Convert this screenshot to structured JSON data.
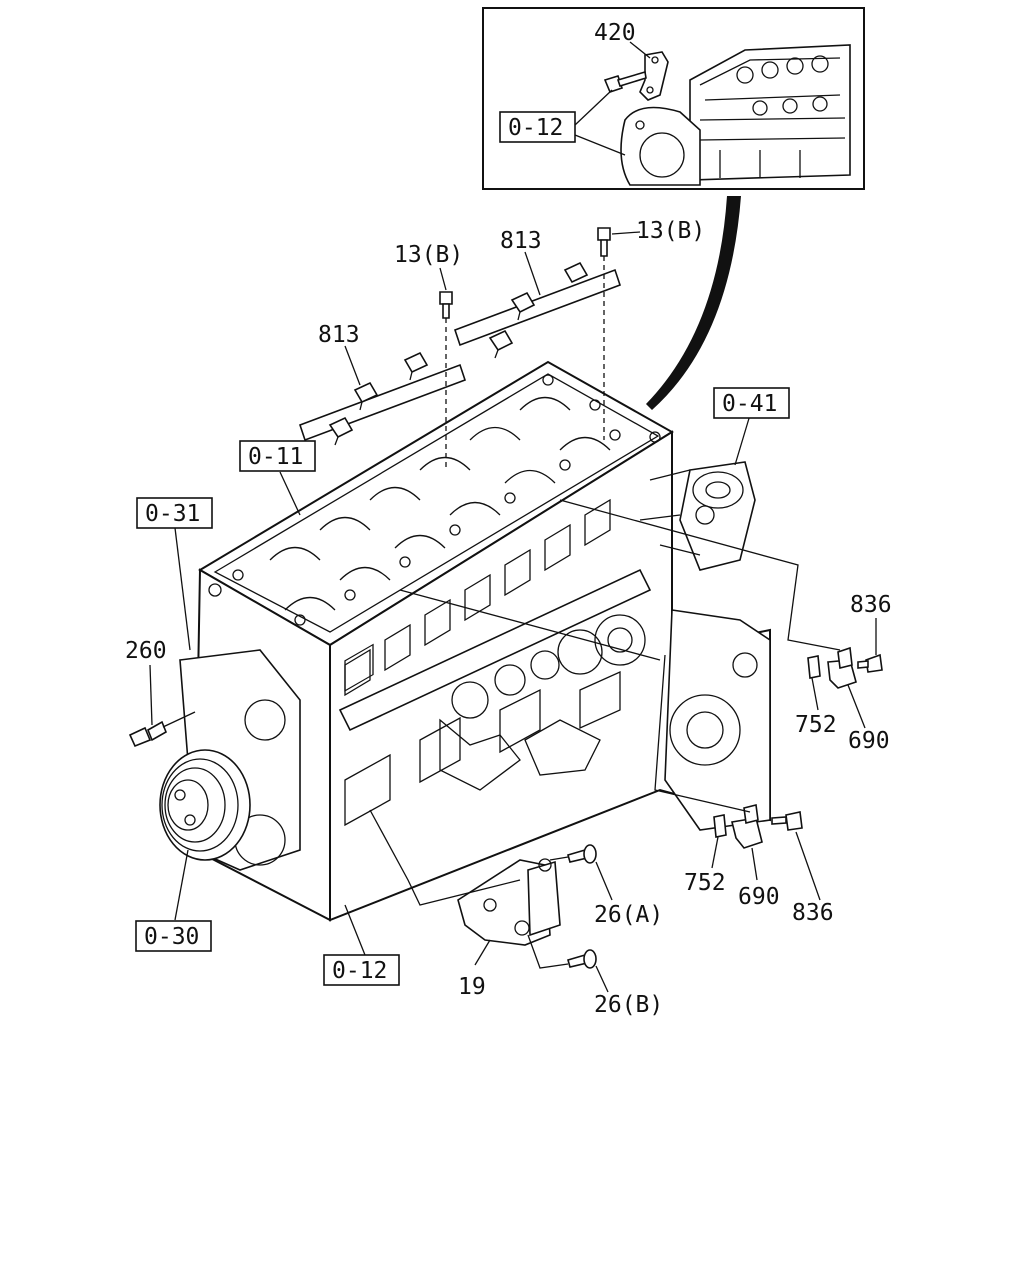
{
  "inset": {
    "part_labels": [
      "420"
    ],
    "ref_labels": [
      "0-12"
    ]
  },
  "part_labels": {
    "p13b_left": "13(B)",
    "p13b_right": "13(B)",
    "p813_left": "813",
    "p813_right": "813",
    "p260": "260",
    "p836_upper": "836",
    "p752_upper": "752",
    "p690_upper": "690",
    "p752_lower": "752",
    "p690_lower": "690",
    "p836_lower": "836",
    "p26a": "26(A)",
    "p26b": "26(B)",
    "p19": "19"
  },
  "ref_labels": {
    "r041": "0-41",
    "r011": "0-11",
    "r031": "0-31",
    "r030": "0-30",
    "r012": "0-12"
  }
}
